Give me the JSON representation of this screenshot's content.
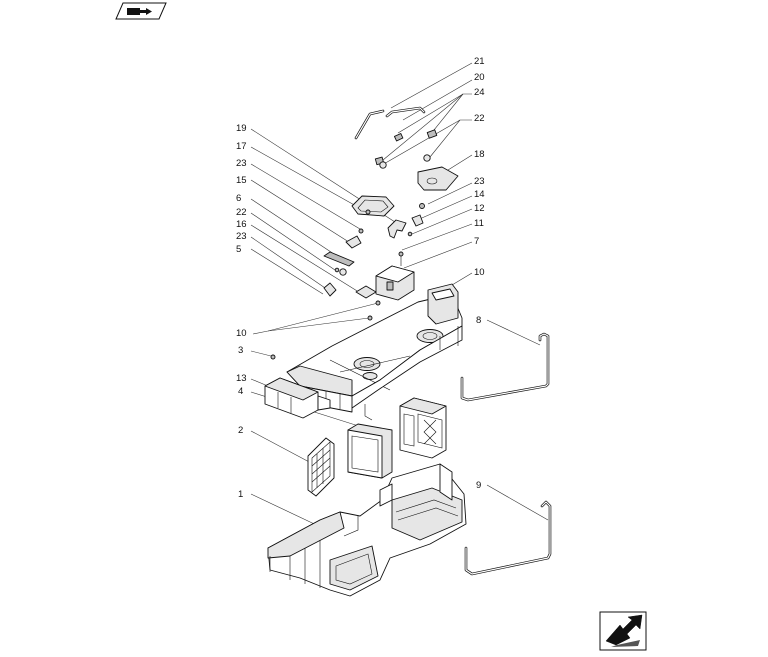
{
  "diagram": {
    "callouts": [
      {
        "id": "c21",
        "text": "21"
      },
      {
        "id": "c20",
        "text": "20"
      },
      {
        "id": "c24",
        "text": "24"
      },
      {
        "id": "c22r",
        "text": "22"
      },
      {
        "id": "c18",
        "text": "18"
      },
      {
        "id": "c23r",
        "text": "23"
      },
      {
        "id": "c14",
        "text": "14"
      },
      {
        "id": "c12",
        "text": "12"
      },
      {
        "id": "c11",
        "text": "11"
      },
      {
        "id": "c7",
        "text": "7"
      },
      {
        "id": "c10r",
        "text": "10"
      },
      {
        "id": "c8",
        "text": "8"
      },
      {
        "id": "c9",
        "text": "9"
      },
      {
        "id": "c19",
        "text": "19"
      },
      {
        "id": "c17",
        "text": "17"
      },
      {
        "id": "c23a",
        "text": "23"
      },
      {
        "id": "c15",
        "text": "15"
      },
      {
        "id": "c6",
        "text": "6"
      },
      {
        "id": "c22l",
        "text": "22"
      },
      {
        "id": "c16",
        "text": "16"
      },
      {
        "id": "c23b",
        "text": "23"
      },
      {
        "id": "c5",
        "text": "5"
      },
      {
        "id": "c10l",
        "text": "10"
      },
      {
        "id": "c3",
        "text": "3"
      },
      {
        "id": "c13",
        "text": "13"
      },
      {
        "id": "c4",
        "text": "4"
      },
      {
        "id": "c2",
        "text": "2"
      },
      {
        "id": "c1",
        "text": "1"
      }
    ]
  },
  "nav": {
    "back_icon": "book-arrow-icon",
    "next_icon": "forward-arrow-icon"
  }
}
